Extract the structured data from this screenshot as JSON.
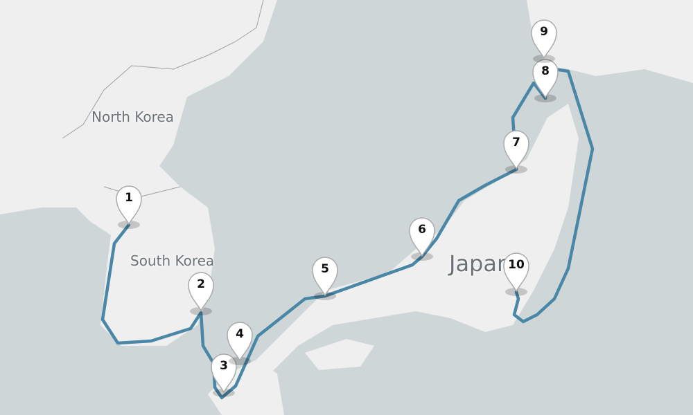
{
  "map": {
    "labels": {
      "north_korea": "North Korea",
      "south_korea": "South Korea",
      "japan": "Japan"
    },
    "colors": {
      "sea": "#cfd6d8",
      "land": "#efefef",
      "route": "#4a87a6",
      "border": "#9aa0a3"
    },
    "markers": [
      {
        "label": "1"
      },
      {
        "label": "2"
      },
      {
        "label": "3"
      },
      {
        "label": "4"
      },
      {
        "label": "5"
      },
      {
        "label": "6"
      },
      {
        "label": "7"
      },
      {
        "label": "8"
      },
      {
        "label": "9"
      },
      {
        "label": "10"
      }
    ]
  }
}
